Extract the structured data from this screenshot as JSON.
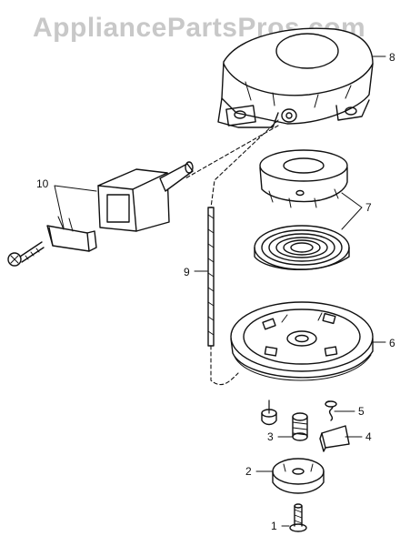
{
  "watermark": {
    "text": "AppliancePartsPros.com"
  },
  "callouts": [
    {
      "id": "1",
      "label": "1"
    },
    {
      "id": "2",
      "label": "2"
    },
    {
      "id": "3",
      "label": "3"
    },
    {
      "id": "4",
      "label": "4"
    },
    {
      "id": "5",
      "label": "5"
    },
    {
      "id": "6",
      "label": "6"
    },
    {
      "id": "7",
      "label": "7"
    },
    {
      "id": "8",
      "label": "8"
    },
    {
      "id": "9",
      "label": "9"
    },
    {
      "id": "10",
      "label": "10"
    }
  ],
  "parts": [
    {
      "callout": "8",
      "icon": "recoil-housing-icon"
    },
    {
      "callout": "7",
      "icon": "spring-cup-icon"
    },
    {
      "callout": "7",
      "icon": "recoil-spring-icon"
    },
    {
      "callout": "6",
      "icon": "pulley-icon"
    },
    {
      "callout": "9",
      "icon": "rope-icon"
    },
    {
      "callout": "10",
      "icon": "handle-icon"
    },
    {
      "callout": "10",
      "icon": "handle-insert-icon"
    },
    {
      "callout": "5",
      "icon": "small-spring-icon"
    },
    {
      "callout": "4",
      "icon": "pawl-icon"
    },
    {
      "callout": "3",
      "icon": "compression-spring-icon"
    },
    {
      "callout": "2",
      "icon": "cup-retainer-icon"
    },
    {
      "callout": "1",
      "icon": "screw-icon"
    }
  ]
}
